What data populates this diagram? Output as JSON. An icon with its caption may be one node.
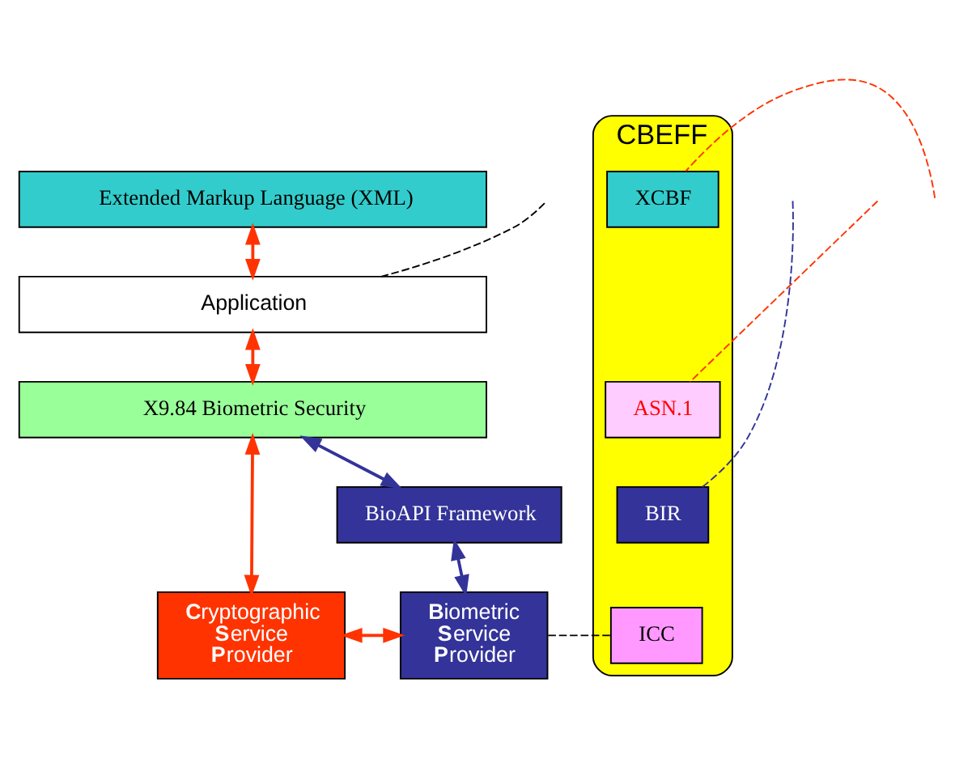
{
  "diagram": {
    "nodes": [
      {
        "text": [
          "Extended Markup Language (XML)"
        ]
      },
      {
        "text": [
          "Application"
        ]
      },
      {
        "text": [
          "X9.84 Biometric Security"
        ]
      },
      {
        "text": [
          "BioAPI Framework"
        ]
      },
      {
        "text": [
          "**C**ryptographic **S**ervice **P**rovider"
        ]
      },
      {
        "text": [
          "**B**iometric **S**ervice **P**rovider"
        ]
      },
      {
        "text": [
          "CBEFF"
        ]
      },
      {
        "text": [
          "XCBF"
        ],
        "in": 6
      },
      {
        "text": [
          "ASN.1"
        ],
        "in": 6
      },
      {
        "text": [
          "BIR"
        ],
        "in": 6
      },
      {
        "text": [
          "ICC"
        ],
        "in": 6
      }
    ],
    "edges": [
      {
        "from": 0,
        "to": 1,
        "arrow": "both",
        "color": "#ff3300"
      },
      {
        "from": null,
        "to": 7,
        "arrow": "none",
        "style": "dashed",
        "color": "#ff3300"
      },
      {
        "from": 1,
        "to": null,
        "arrow": "none",
        "style": "dashed",
        "color": "#000000"
      },
      {
        "from": 1,
        "to": 2,
        "arrow": "both",
        "color": "#ff3300"
      },
      {
        "from": null,
        "to": 8,
        "arrow": "none",
        "style": "dashed",
        "color": "#ff3300"
      },
      {
        "from": 2,
        "to": 4,
        "arrow": "both",
        "color": "#ff3300"
      },
      {
        "from": 2,
        "to": 3,
        "arrow": "both",
        "color": "#333399"
      },
      {
        "from": 3,
        "to": 5,
        "arrow": "both",
        "color": "#333399"
      },
      {
        "from": null,
        "to": 9,
        "arrow": "none",
        "style": "dashed",
        "color": "#333399"
      },
      {
        "from": 4,
        "to": 5,
        "arrow": "both",
        "color": "#ff3300"
      },
      {
        "from": 5,
        "to": 10,
        "arrow": "none",
        "style": "dashed",
        "color": "#000000"
      }
    ]
  }
}
